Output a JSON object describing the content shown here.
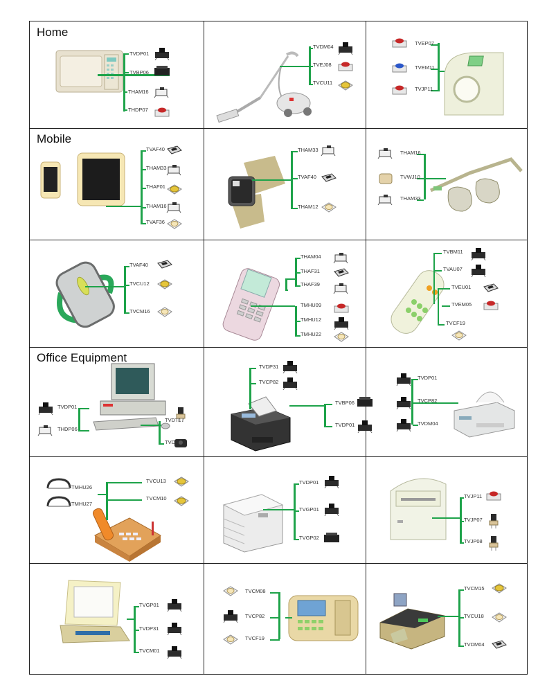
{
  "colors": {
    "connector": "#1ea34a",
    "border": "#222222"
  },
  "cells": [
    {
      "title": "Home",
      "device": "microwave-oven",
      "parts": [
        {
          "code": "TVDP01",
          "icon": "tact-switch-tall-icon"
        },
        {
          "code": "TVBP06",
          "icon": "tact-switch-wide-icon"
        },
        {
          "code": "THAM16",
          "icon": "smd-switch-side-icon"
        },
        {
          "code": "THDP07",
          "icon": "tact-switch-red-icon"
        }
      ]
    },
    {
      "title": "",
      "device": "vacuum-cleaner",
      "parts": [
        {
          "code": "TVDM04",
          "icon": "tact-switch-tall-icon"
        },
        {
          "code": "TVEJ08",
          "icon": "tact-switch-red-icon"
        },
        {
          "code": "TVCU11",
          "icon": "smd-switch-yellow-icon"
        }
      ]
    },
    {
      "title": "",
      "device": "air-purifier",
      "parts": [
        {
          "code": "TVEP07",
          "icon": "tact-switch-red-icon"
        },
        {
          "code": "TVEM11",
          "icon": "tact-switch-blue-icon"
        },
        {
          "code": "TVJP11",
          "icon": "tact-switch-red-icon"
        }
      ]
    },
    {
      "title": "Mobile",
      "device": "smartphone-and-tablet",
      "parts": [
        {
          "code": "TVAF40",
          "icon": "smd-switch-flat-icon"
        },
        {
          "code": "THAM33",
          "icon": "smd-switch-side-icon"
        },
        {
          "code": "THAF01",
          "icon": "smd-switch-yellow-icon"
        },
        {
          "code": "THAM16",
          "icon": "smd-switch-side-icon"
        },
        {
          "code": "TVAF36",
          "icon": "smd-switch-white-icon"
        }
      ]
    },
    {
      "title": "",
      "device": "smartwatch",
      "parts": [
        {
          "code": "THAM33",
          "icon": "smd-switch-side-icon"
        },
        {
          "code": "TVAF40",
          "icon": "smd-switch-flat-icon"
        },
        {
          "code": "THAM12",
          "icon": "smd-switch-white-icon"
        }
      ]
    },
    {
      "title": "",
      "device": "smart-glasses",
      "parts": [
        {
          "code": "THAM16",
          "icon": "smd-switch-side-icon"
        },
        {
          "code": "TVWJ10",
          "icon": "smd-switch-beige-icon"
        },
        {
          "code": "THAM33",
          "icon": "smd-switch-side-icon"
        }
      ]
    },
    {
      "title": "",
      "device": "bluetooth-headset",
      "parts": [
        {
          "code": "TVAF40",
          "icon": "smd-switch-flat-icon"
        },
        {
          "code": "TVCU12",
          "icon": "smd-switch-yellow-icon"
        },
        {
          "code": "TVCM16",
          "icon": "smd-switch-white-icon"
        }
      ]
    },
    {
      "title": "",
      "device": "feature-phone",
      "parts": [
        {
          "code": "THAM04",
          "icon": "smd-switch-side-icon"
        },
        {
          "code": "THAF31",
          "icon": "smd-switch-flat-icon"
        },
        {
          "code": "THAF39",
          "icon": "smd-switch-side-icon"
        },
        {
          "code": "TMHU09",
          "icon": "tact-switch-red-icon"
        },
        {
          "code": "TMHU12",
          "icon": "tact-switch-tall-icon"
        },
        {
          "code": "TMHU22",
          "icon": "smd-switch-white-icon"
        }
      ]
    },
    {
      "title": "",
      "device": "remote-control",
      "parts": [
        {
          "code": "TVBM11",
          "icon": "tact-switch-tall-icon"
        },
        {
          "code": "TVAU07",
          "icon": "tact-switch-tall-icon"
        },
        {
          "code": "TVEU01",
          "icon": "smd-switch-flat-icon"
        },
        {
          "code": "TVEM05",
          "icon": "tact-switch-red-icon"
        },
        {
          "code": "TVCF19",
          "icon": "smd-switch-white-icon"
        }
      ]
    },
    {
      "title": "Office Equipment",
      "device": "desktop-computer",
      "parts": [
        {
          "code": "TVDP01",
          "icon": "tact-switch-tall-icon"
        },
        {
          "code": "THDP06",
          "icon": "smd-switch-side-icon"
        },
        {
          "code": "TVDT17",
          "icon": "tact-switch-pin-icon"
        },
        {
          "code": "TVDP20",
          "icon": "tact-switch-round-icon"
        }
      ]
    },
    {
      "title": "",
      "device": "multifunction-printer",
      "parts": [
        {
          "code": "TVDP31",
          "icon": "tact-switch-tall-icon"
        },
        {
          "code": "TVCP82",
          "icon": "tact-switch-tall-icon"
        },
        {
          "code": "TVBP06",
          "icon": "tact-switch-wide-icon"
        },
        {
          "code": "TVDP01",
          "icon": "tact-switch-tall-icon"
        }
      ]
    },
    {
      "title": "",
      "device": "printer",
      "parts": [
        {
          "code": "TVDP01",
          "icon": "tact-switch-tall-icon"
        },
        {
          "code": "TVCP82",
          "icon": "tact-switch-tall-icon"
        },
        {
          "code": "TVDM04",
          "icon": "tact-switch-tall-icon"
        }
      ]
    },
    {
      "title": "",
      "device": "desk-phone",
      "parts": [
        {
          "code": "TMHU26",
          "icon": "smd-switch-ring-icon"
        },
        {
          "code": "TMHU27",
          "icon": "smd-switch-ring-icon"
        },
        {
          "code": "TVCU13",
          "icon": "smd-switch-yellow-icon"
        },
        {
          "code": "TVCM10",
          "icon": "smd-switch-yellow-icon"
        }
      ]
    },
    {
      "title": "",
      "device": "copier",
      "parts": [
        {
          "code": "TVDP01",
          "icon": "tact-switch-tall-icon"
        },
        {
          "code": "TVGP01",
          "icon": "tact-switch-tall-icon"
        },
        {
          "code": "TVGP02",
          "icon": "tact-switch-wide-icon"
        }
      ]
    },
    {
      "title": "",
      "device": "paper-shredder",
      "parts": [
        {
          "code": "TVJP11",
          "icon": "tact-switch-red-icon"
        },
        {
          "code": "TVJP07",
          "icon": "tact-switch-pin-icon"
        },
        {
          "code": "TVJP08",
          "icon": "tact-switch-pin-icon"
        }
      ]
    },
    {
      "title": "",
      "device": "laptop",
      "parts": [
        {
          "code": "TVGP01",
          "icon": "tact-switch-tall-icon"
        },
        {
          "code": "TVDP31",
          "icon": "tact-switch-tall-icon"
        },
        {
          "code": "TVCM01",
          "icon": "tact-switch-tall-icon"
        }
      ]
    },
    {
      "title": "",
      "device": "card-terminal",
      "parts": [
        {
          "code": "TVCM08",
          "icon": "smd-switch-white-icon"
        },
        {
          "code": "TVCP82",
          "icon": "tact-switch-tall-icon"
        },
        {
          "code": "TVCF19",
          "icon": "smd-switch-white-icon"
        }
      ]
    },
    {
      "title": "",
      "device": "money-counter",
      "parts": [
        {
          "code": "TVCM15",
          "icon": "smd-switch-yellow-icon"
        },
        {
          "code": "TVCU18",
          "icon": "smd-switch-white-icon"
        },
        {
          "code": "TVDM04",
          "icon": "smd-switch-flat-icon"
        }
      ]
    }
  ]
}
